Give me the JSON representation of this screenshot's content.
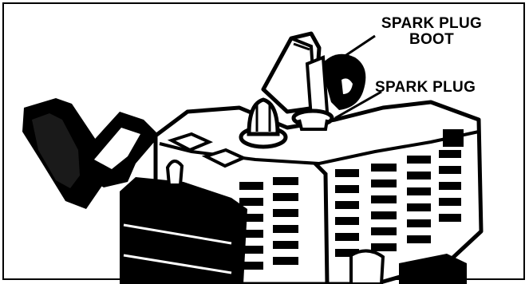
{
  "labels": {
    "spark_plug_boot_line1": "SPARK PLUG",
    "spark_plug_boot_line2": "BOOT",
    "spark_plug": "SPARK PLUG"
  },
  "colors": {
    "ink": "#000000",
    "paper": "#ffffff"
  }
}
